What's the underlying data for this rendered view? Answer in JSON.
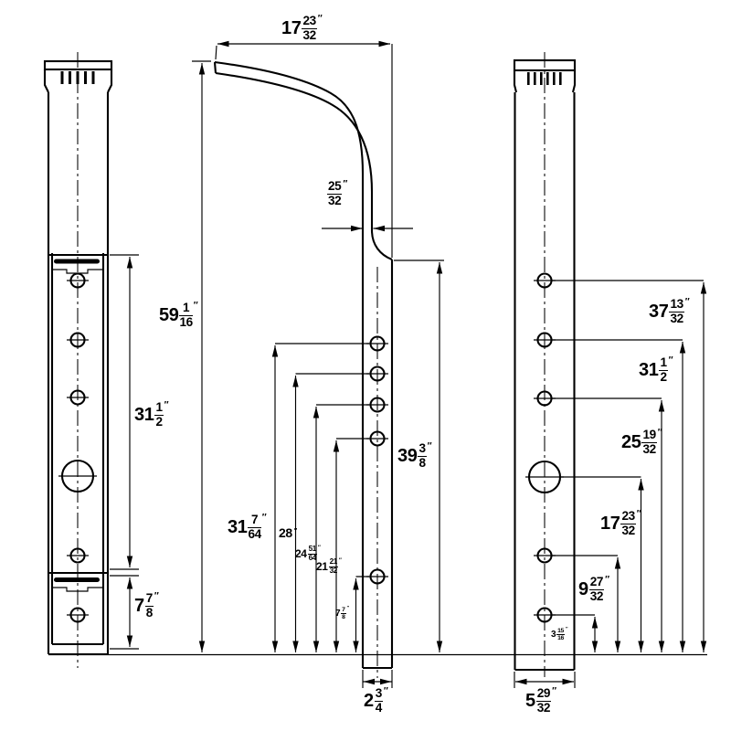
{
  "drawing": {
    "background_color": "#ffffff",
    "line_color": "#000000",
    "views": {
      "left_view": "bracket-side-profile-left",
      "center_view": "bracket-curved-side-profile",
      "right_view": "bracket-face-profile-right"
    }
  },
  "dims": {
    "top_width": {
      "whole": "17",
      "num": "23",
      "den": "32",
      "unit": "″"
    },
    "bend_offset": {
      "whole": "",
      "num": "25",
      "den": "32",
      "unit": "″"
    },
    "total_height": {
      "whole": "59",
      "num": "1",
      "den": "16",
      "unit": "″"
    },
    "body_height": {
      "whole": "39",
      "num": "3",
      "den": "8",
      "unit": "″"
    },
    "hole_c1": {
      "whole": "31",
      "num": "7",
      "den": "64",
      "unit": "″"
    },
    "hole_c2": {
      "whole": "28",
      "num": "",
      "den": "",
      "unit": "″"
    },
    "hole_c3": {
      "whole": "24",
      "num": "51",
      "den": "64",
      "unit": "″"
    },
    "hole_c4": {
      "whole": "21",
      "num": "21",
      "den": "32",
      "unit": "″"
    },
    "hole_c5": {
      "whole": "7",
      "num": "7",
      "den": "8",
      "unit": "″"
    },
    "base_width": {
      "whole": "2",
      "num": "3",
      "den": "4",
      "unit": "″"
    },
    "left_upper": {
      "whole": "31",
      "num": "1",
      "den": "2",
      "unit": "″"
    },
    "left_lower": {
      "whole": "7",
      "num": "7",
      "den": "8",
      "unit": "″"
    },
    "hole_r1": {
      "whole": "37",
      "num": "13",
      "den": "32",
      "unit": "″"
    },
    "hole_r2": {
      "whole": "31",
      "num": "1",
      "den": "2",
      "unit": "″"
    },
    "hole_r3": {
      "whole": "25",
      "num": "19",
      "den": "32",
      "unit": "″"
    },
    "hole_r4": {
      "whole": "17",
      "num": "23",
      "den": "32",
      "unit": "″"
    },
    "hole_r5": {
      "whole": "9",
      "num": "27",
      "den": "32",
      "unit": "″"
    },
    "hole_r6": {
      "whole": "3",
      "num": "15",
      "den": "16",
      "unit": "″"
    },
    "base_width_right": {
      "whole": "5",
      "num": "29",
      "den": "32",
      "unit": "″"
    }
  }
}
